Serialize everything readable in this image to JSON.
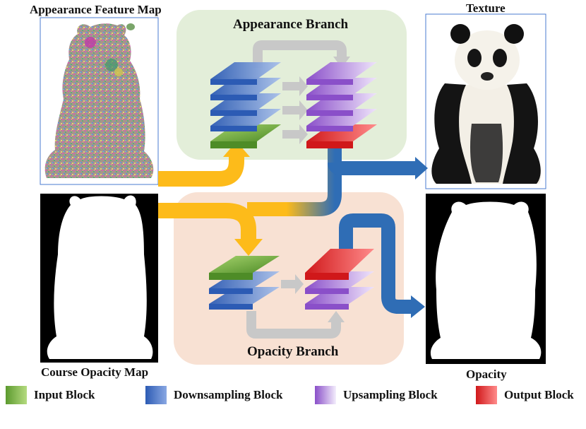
{
  "labels": {
    "appearance_feature_map": "Appearance Feature Map",
    "texture": "Texture",
    "course_opacity_map": "Course Opacity Map",
    "opacity": "Opacity",
    "appearance_branch": "Appearance Branch",
    "opacity_branch": "Opacity Branch"
  },
  "legend": [
    {
      "label": "Input Block",
      "color_from": "#8bc34a",
      "color_to": "#5c9a2e"
    },
    {
      "label": "Downsampling Block",
      "color_from": "#6d8fd6",
      "color_to": "#2c5bb4"
    },
    {
      "label": "Upsampling Block",
      "color_from": "#ffffff",
      "color_to": "#8a4fc9"
    },
    {
      "label": "Output Block",
      "color_from": "#ff6b6b",
      "color_to": "#d0181a"
    }
  ],
  "colors": {
    "appearance_bg": "#e3eed9",
    "opacity_bg": "#f8e1d3",
    "flow_yellow": "#fdbb1a",
    "flow_blue": "#2f6db5",
    "skip_gray": "#c8c8c8"
  }
}
